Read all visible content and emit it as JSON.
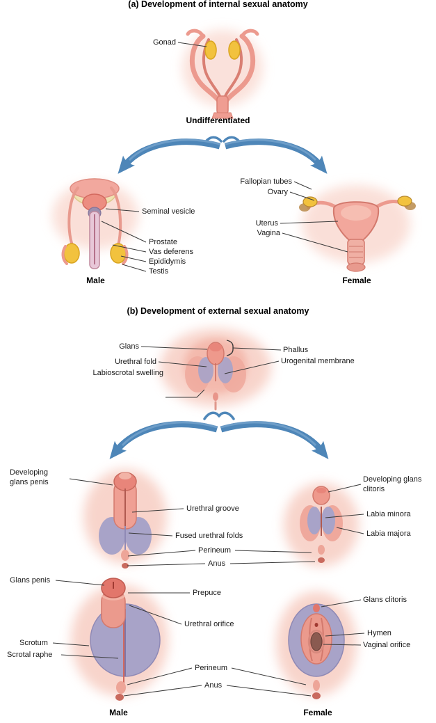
{
  "palette": {
    "arrow_blue": "#4e86b8",
    "skin_pink": "#f0a79c",
    "deep_pink": "#e2847a",
    "gonad_yellow": "#f2c23e",
    "swelling_purple": "#a8a3c8",
    "background": "#ffffff"
  },
  "section_a": {
    "title": "(a) Development of internal sexual anatomy",
    "gonad": "Gonad",
    "undifferentiated": "Undifferentiated",
    "male_label": "Male",
    "female_label": "Female",
    "male_annotations": [
      "Seminal vesicle",
      "Prostate",
      "Vas deferens",
      "Epididymis",
      "Testis"
    ],
    "female_annotations": [
      "Fallopian tubes",
      "Ovary",
      "Uterus",
      "Vagina"
    ]
  },
  "section_b": {
    "title": "(b) Development of external sexual anatomy",
    "stage1": {
      "left": [
        "Glans",
        "Urethral fold",
        "Labioscrotal swelling"
      ],
      "right": [
        "Phallus",
        "Urogenital membrane"
      ]
    },
    "stage2": {
      "left": [
        "Developing glans penis"
      ],
      "center": [
        "Urethral groove",
        "Fused urethral folds",
        "Perineum",
        "Anus"
      ],
      "right": [
        "Developing glans clitoris",
        "Labia minora",
        "Labia majora"
      ]
    },
    "stage3": {
      "left": [
        "Glans penis",
        "Scrotum",
        "Scrotal raphe"
      ],
      "center": [
        "Prepuce",
        "Urethral orifice",
        "Perineum",
        "Anus"
      ],
      "right": [
        "Glans clitoris",
        "Hymen",
        "Vaginal orifice"
      ],
      "male_label": "Male",
      "female_label": "Female"
    }
  }
}
